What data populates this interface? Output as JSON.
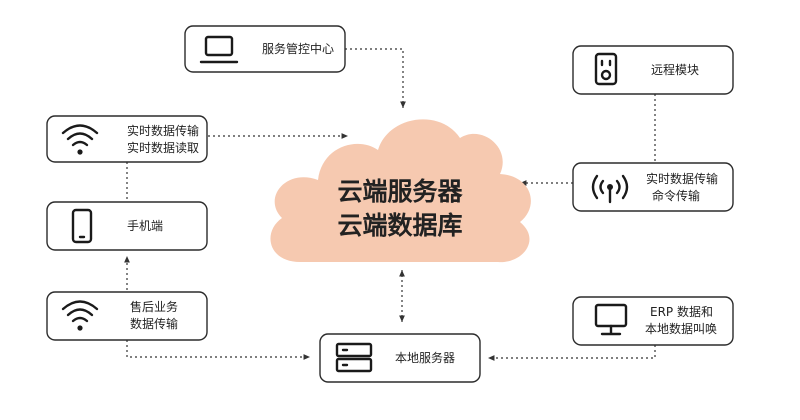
{
  "cloud": {
    "line1": "云端服务器",
    "line2": "云端数据库",
    "color": "#F6C9B0"
  },
  "nodes": {
    "management_center": {
      "label": "服务管控中心",
      "icon": "laptop-icon"
    },
    "remote_module": {
      "label": "远程模块",
      "icon": "remote-module-icon"
    },
    "wifi_realtime": {
      "line1": "实时数据传输",
      "line2": "实时数据读取",
      "icon": "wifi-icon"
    },
    "mobile": {
      "label": "手机端",
      "icon": "phone-icon"
    },
    "after_sales": {
      "line1": "售后业务",
      "line2": "数据传输",
      "icon": "wifi-icon"
    },
    "realtime_command": {
      "line1": "实时数据传输",
      "line2": "命令传输",
      "icon": "broadcast-icon"
    },
    "local_server": {
      "label": "本地服务器",
      "icon": "server-icon"
    },
    "erp": {
      "line1": "ERP 数据和",
      "line2": "本地数据叫唤",
      "icon": "monitor-icon"
    }
  }
}
